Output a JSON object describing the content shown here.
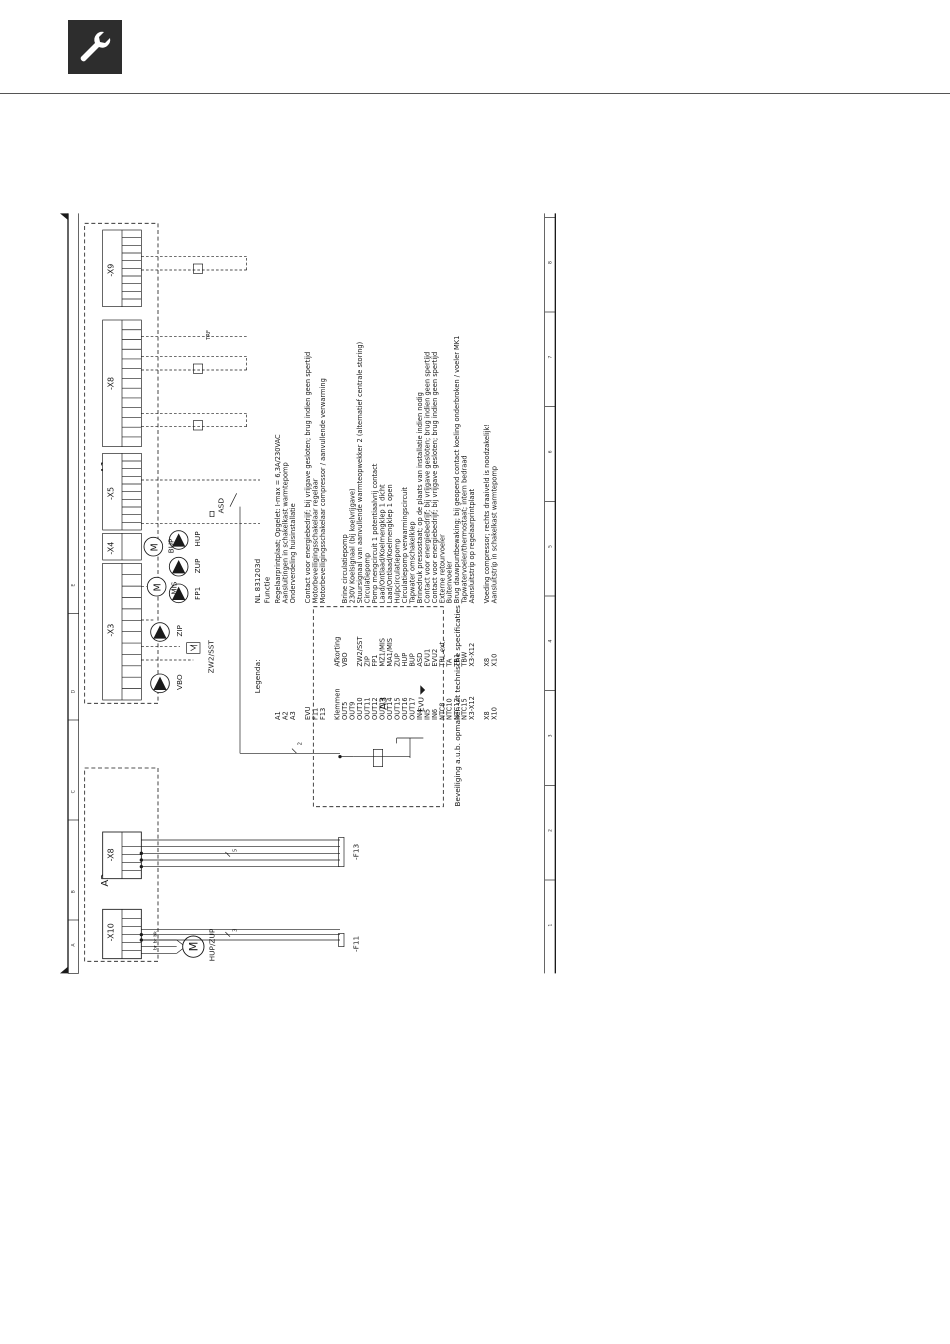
{
  "header": {
    "icon": "wrench-icon"
  },
  "frame": {
    "columns": [
      "A",
      "B",
      "C",
      "D",
      "E"
    ],
    "rows": [
      "1",
      "2",
      "3",
      "4",
      "5",
      "6",
      "7",
      "8"
    ]
  },
  "modules": {
    "A1": "A1",
    "A2": "A2",
    "A3": "A3",
    "A3_note": "Beveiliging a.u.b. opmaken uit technische specificaties"
  },
  "connectors": {
    "a2": [
      "-X10",
      "-X8"
    ],
    "a1": [
      "-X3",
      "-X4",
      "-X5",
      "-X8",
      "-X9"
    ]
  },
  "components": {
    "hup_zup": "HUP/ZUP",
    "fuse1": "-F11",
    "fuse2": "-F13",
    "evu": "EVU",
    "vbo": "VBO",
    "zwz_sst": "ZW2/SST",
    "zip": "ZIP",
    "fp1": "FP1",
    "mis": "MIS",
    "zup": "ZUP",
    "hup": "HUP",
    "bup": "BUP",
    "asd": "ASD",
    "trf": "TRF",
    "wire_counts": [
      "3",
      "5",
      "2"
    ],
    "phase_marks": [
      "br",
      "br",
      "bk"
    ]
  },
  "legend": {
    "title": "Legenda:",
    "ref": "NL  831203d",
    "function_label": "Functie",
    "entries": [
      {
        "k": "A1",
        "a": "",
        "d": "Regelaarprintplaat; Opgelet: I-max = 6,3A/230VAC"
      },
      {
        "k": "A2",
        "a": "",
        "d": "Aansluitingen in schakelkast warmtepomp"
      },
      {
        "k": "A3",
        "a": "",
        "d": "Onderverdeling huisinstallatie"
      },
      {
        "k": "",
        "a": "",
        "d": ""
      },
      {
        "k": "EVU",
        "a": "",
        "d": "Contact voor energiebedrijf; bij vrijgave gesloten; brug indien geen spertijd"
      },
      {
        "k": "F11",
        "a": "",
        "d": "Motorbeveiligingsschakelaar regelaar"
      },
      {
        "k": "F13",
        "a": "",
        "d": "Motorbeveiligingsschakelaar compressor / aanvullende verwarming"
      },
      {
        "k": "",
        "a": "",
        "d": ""
      },
      {
        "k": "Klemmen",
        "a": "Afkorting",
        "d": ""
      },
      {
        "k": "OUT5",
        "a": "VBO",
        "d": "Brine circulatiepomp"
      },
      {
        "k": "OUT9",
        "a": "",
        "d": "230V Koelsignaal (bij koelvrijgave)"
      },
      {
        "k": "OUT10",
        "a": "ZW2/SST",
        "d": "Stuursignaal van aanvullende warmteopwekker 2 (alternatief centrale storing)"
      },
      {
        "k": "OUT11",
        "a": "ZIP",
        "d": "Circulatiepomp"
      },
      {
        "k": "OUT12",
        "a": "FP1",
        "d": "Pomp mengcircuit 1 potentiaalvrij contact"
      },
      {
        "k": "OUT13",
        "a": "MZ1/MIS",
        "d": "Laad/Ontlaad/Koelmengklep 1 dicht"
      },
      {
        "k": "OUT14",
        "a": "MA1/MIS",
        "d": "Laad/Ontlaad/Koelmengklep 1 open"
      },
      {
        "k": "OUT15",
        "a": "ZUP",
        "d": "Hulpcirculatiepomp"
      },
      {
        "k": "OUT16",
        "a": "HUP",
        "d": "Circulatiepomp verwarmingscircuit"
      },
      {
        "k": "OUT17",
        "a": "BUP",
        "d": "Tapwater omschakelklep"
      },
      {
        "k": "IN4",
        "a": "ASD",
        "d": "Brinedruk pressostaat; op de plaats van installatie indien nodig"
      },
      {
        "k": "IN5",
        "a": "EVU1",
        "d": "Contact voor energiebedrijf; bij vrijgave gesloten; brug indien geen spertijd"
      },
      {
        "k": "IN6",
        "a": "EVU2",
        "d": "Contact voor energiebedrijf; bij vrijgave gesloten; brug indien geen spertijd"
      },
      {
        "k": "NTC8",
        "a": "TRL ext.",
        "d": "Externe retourvoeler"
      },
      {
        "k": "NTC10",
        "a": "TA",
        "d": "Buitenvoeler"
      },
      {
        "k": "NTC12",
        "a": "TB1",
        "d": "Brug dauwpuntbewaking; bij geopend contact koeling onderbroken / voeler MK1"
      },
      {
        "k": "NTC15",
        "a": "TBW",
        "d": "Tapwatervoeler/thermostaat; intern bedraad"
      },
      {
        "k": "X3-X12",
        "a": "X3-X12",
        "d": "Aansluitstrip op regelaarprintplaat"
      },
      {
        "k": "",
        "a": "",
        "d": ""
      },
      {
        "k": "X8",
        "a": "X8",
        "d": "Voeding compressor; rechts draaiveld is noodzakelijk!"
      },
      {
        "k": "X10",
        "a": "X10",
        "d": "Aansluitstrip in schakelkast warmtepomp"
      }
    ]
  }
}
